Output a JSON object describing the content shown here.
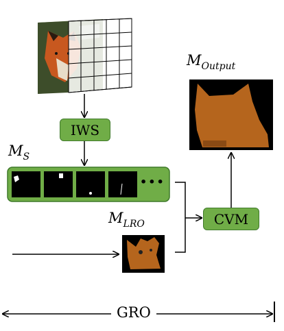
{
  "blocks": {
    "iws": "IWS",
    "cvm": "CVM"
  },
  "labels": {
    "ms_main": "M",
    "ms_sub": "S",
    "mlro_main": "M",
    "mlro_sub": "LRO",
    "moutput_main": "M",
    "moutput_sub": "Output",
    "ellipsis": "•••",
    "gro": "GRO"
  },
  "colors": {
    "block_green": "#70ad47",
    "mask_orange": "#b5651d",
    "arrow": "#000000"
  },
  "icons": [
    "fox-image",
    "grid-overlay",
    "segment-mask",
    "output-mask",
    "lro-mask"
  ]
}
